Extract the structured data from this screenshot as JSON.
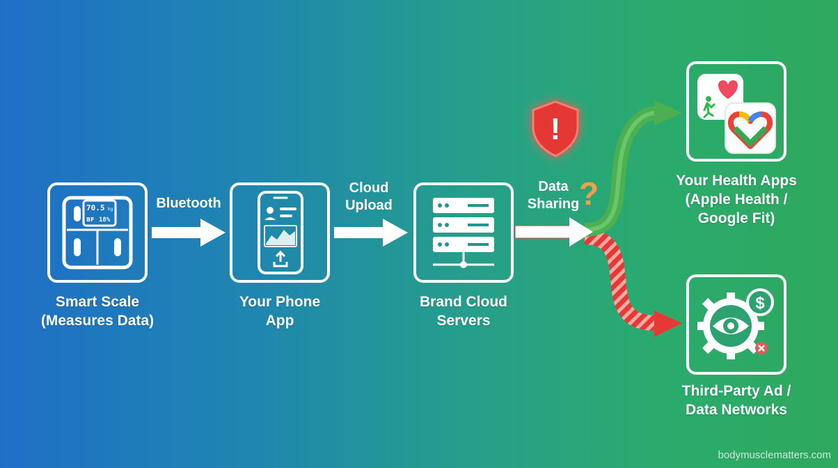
{
  "nodes": {
    "scale": {
      "label_lines": [
        "Smart Scale",
        "(Measures Data)"
      ],
      "display_weight": "70.5",
      "display_weight_unit": "kg",
      "display_bf_label": "BF",
      "display_bf_value": "18%"
    },
    "phone": {
      "label_lines": [
        "Your Phone",
        "App"
      ]
    },
    "servers": {
      "label_lines": [
        "Brand Cloud",
        "Servers"
      ]
    },
    "health_apps": {
      "label_lines": [
        "Your Health Apps",
        "(Apple Health /",
        "Google Fit)"
      ]
    },
    "ad_networks": {
      "label_lines": [
        "Third-Party Ad /",
        "Data Networks"
      ],
      "currency_symbol": "$"
    }
  },
  "connections": {
    "bluetooth": {
      "label_lines": [
        "Bluetooth"
      ]
    },
    "cloud_upload": {
      "label_lines": [
        "Cloud",
        "Upload"
      ]
    },
    "data_sharing": {
      "label_lines": [
        "Data",
        "Sharing"
      ],
      "question_mark": "?"
    }
  },
  "warning": {
    "symbol": "!"
  },
  "icons": {
    "scale": "bathroom-scale-icon",
    "phone": "smartphone-app-icon",
    "servers": "server-rack-icon",
    "health": "health-apps-icon",
    "ad": "surveillance-eye-gear-icon",
    "warning": "warning-shield-icon"
  },
  "colors": {
    "warning_red": "#e53935",
    "question_orange": "#f0a04b",
    "safe_green": "#4caf50",
    "danger_red": "#e53935"
  },
  "watermark": "bodymusclematters.com"
}
